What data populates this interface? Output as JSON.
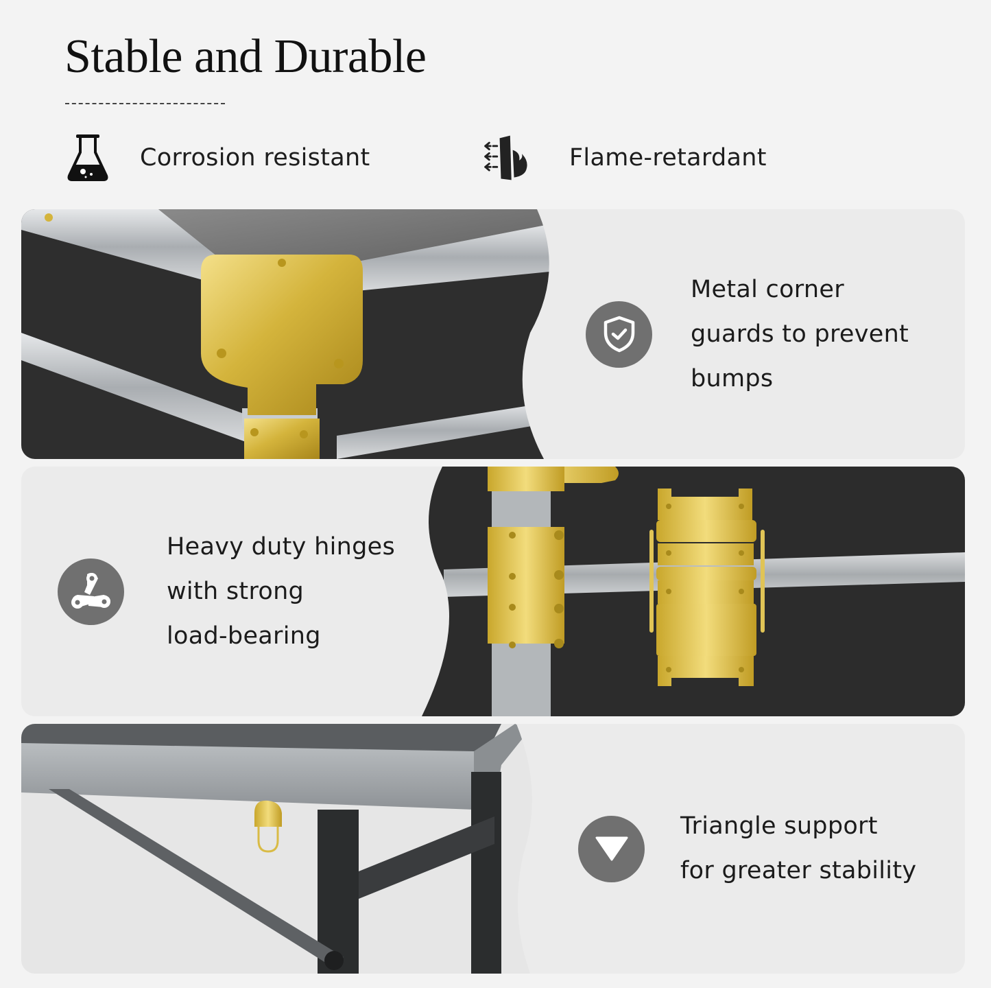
{
  "header": {
    "title": "Stable and Durable"
  },
  "top_features": [
    {
      "icon": "flask-icon",
      "label": "Corrosion resistant"
    },
    {
      "icon": "flame-barrier-icon",
      "label": "Flame-retardant"
    }
  ],
  "cards": [
    {
      "icon": "shield-check-icon",
      "lines": [
        "Metal corner",
        "guards to prevent",
        "bumps"
      ],
      "photo": "gold metal corner guard on black case with aluminum edge"
    },
    {
      "icon": "chain-link-icon",
      "lines": [
        "Heavy duty hinges",
        "with strong",
        "load-bearing"
      ],
      "photo": "gold hinges and latch on black case"
    },
    {
      "icon": "triangle-down-icon",
      "lines": [
        "Triangle support",
        "for greater stability"
      ],
      "photo": "grey table top with black legs and diagonal brace"
    }
  ],
  "colors": {
    "background": "#f3f3f3",
    "card": "#ebebeb",
    "badge": "#707070",
    "gold": "#d4b43c",
    "case_black": "#2b2b2b",
    "aluminum": "#b8bcbf"
  }
}
